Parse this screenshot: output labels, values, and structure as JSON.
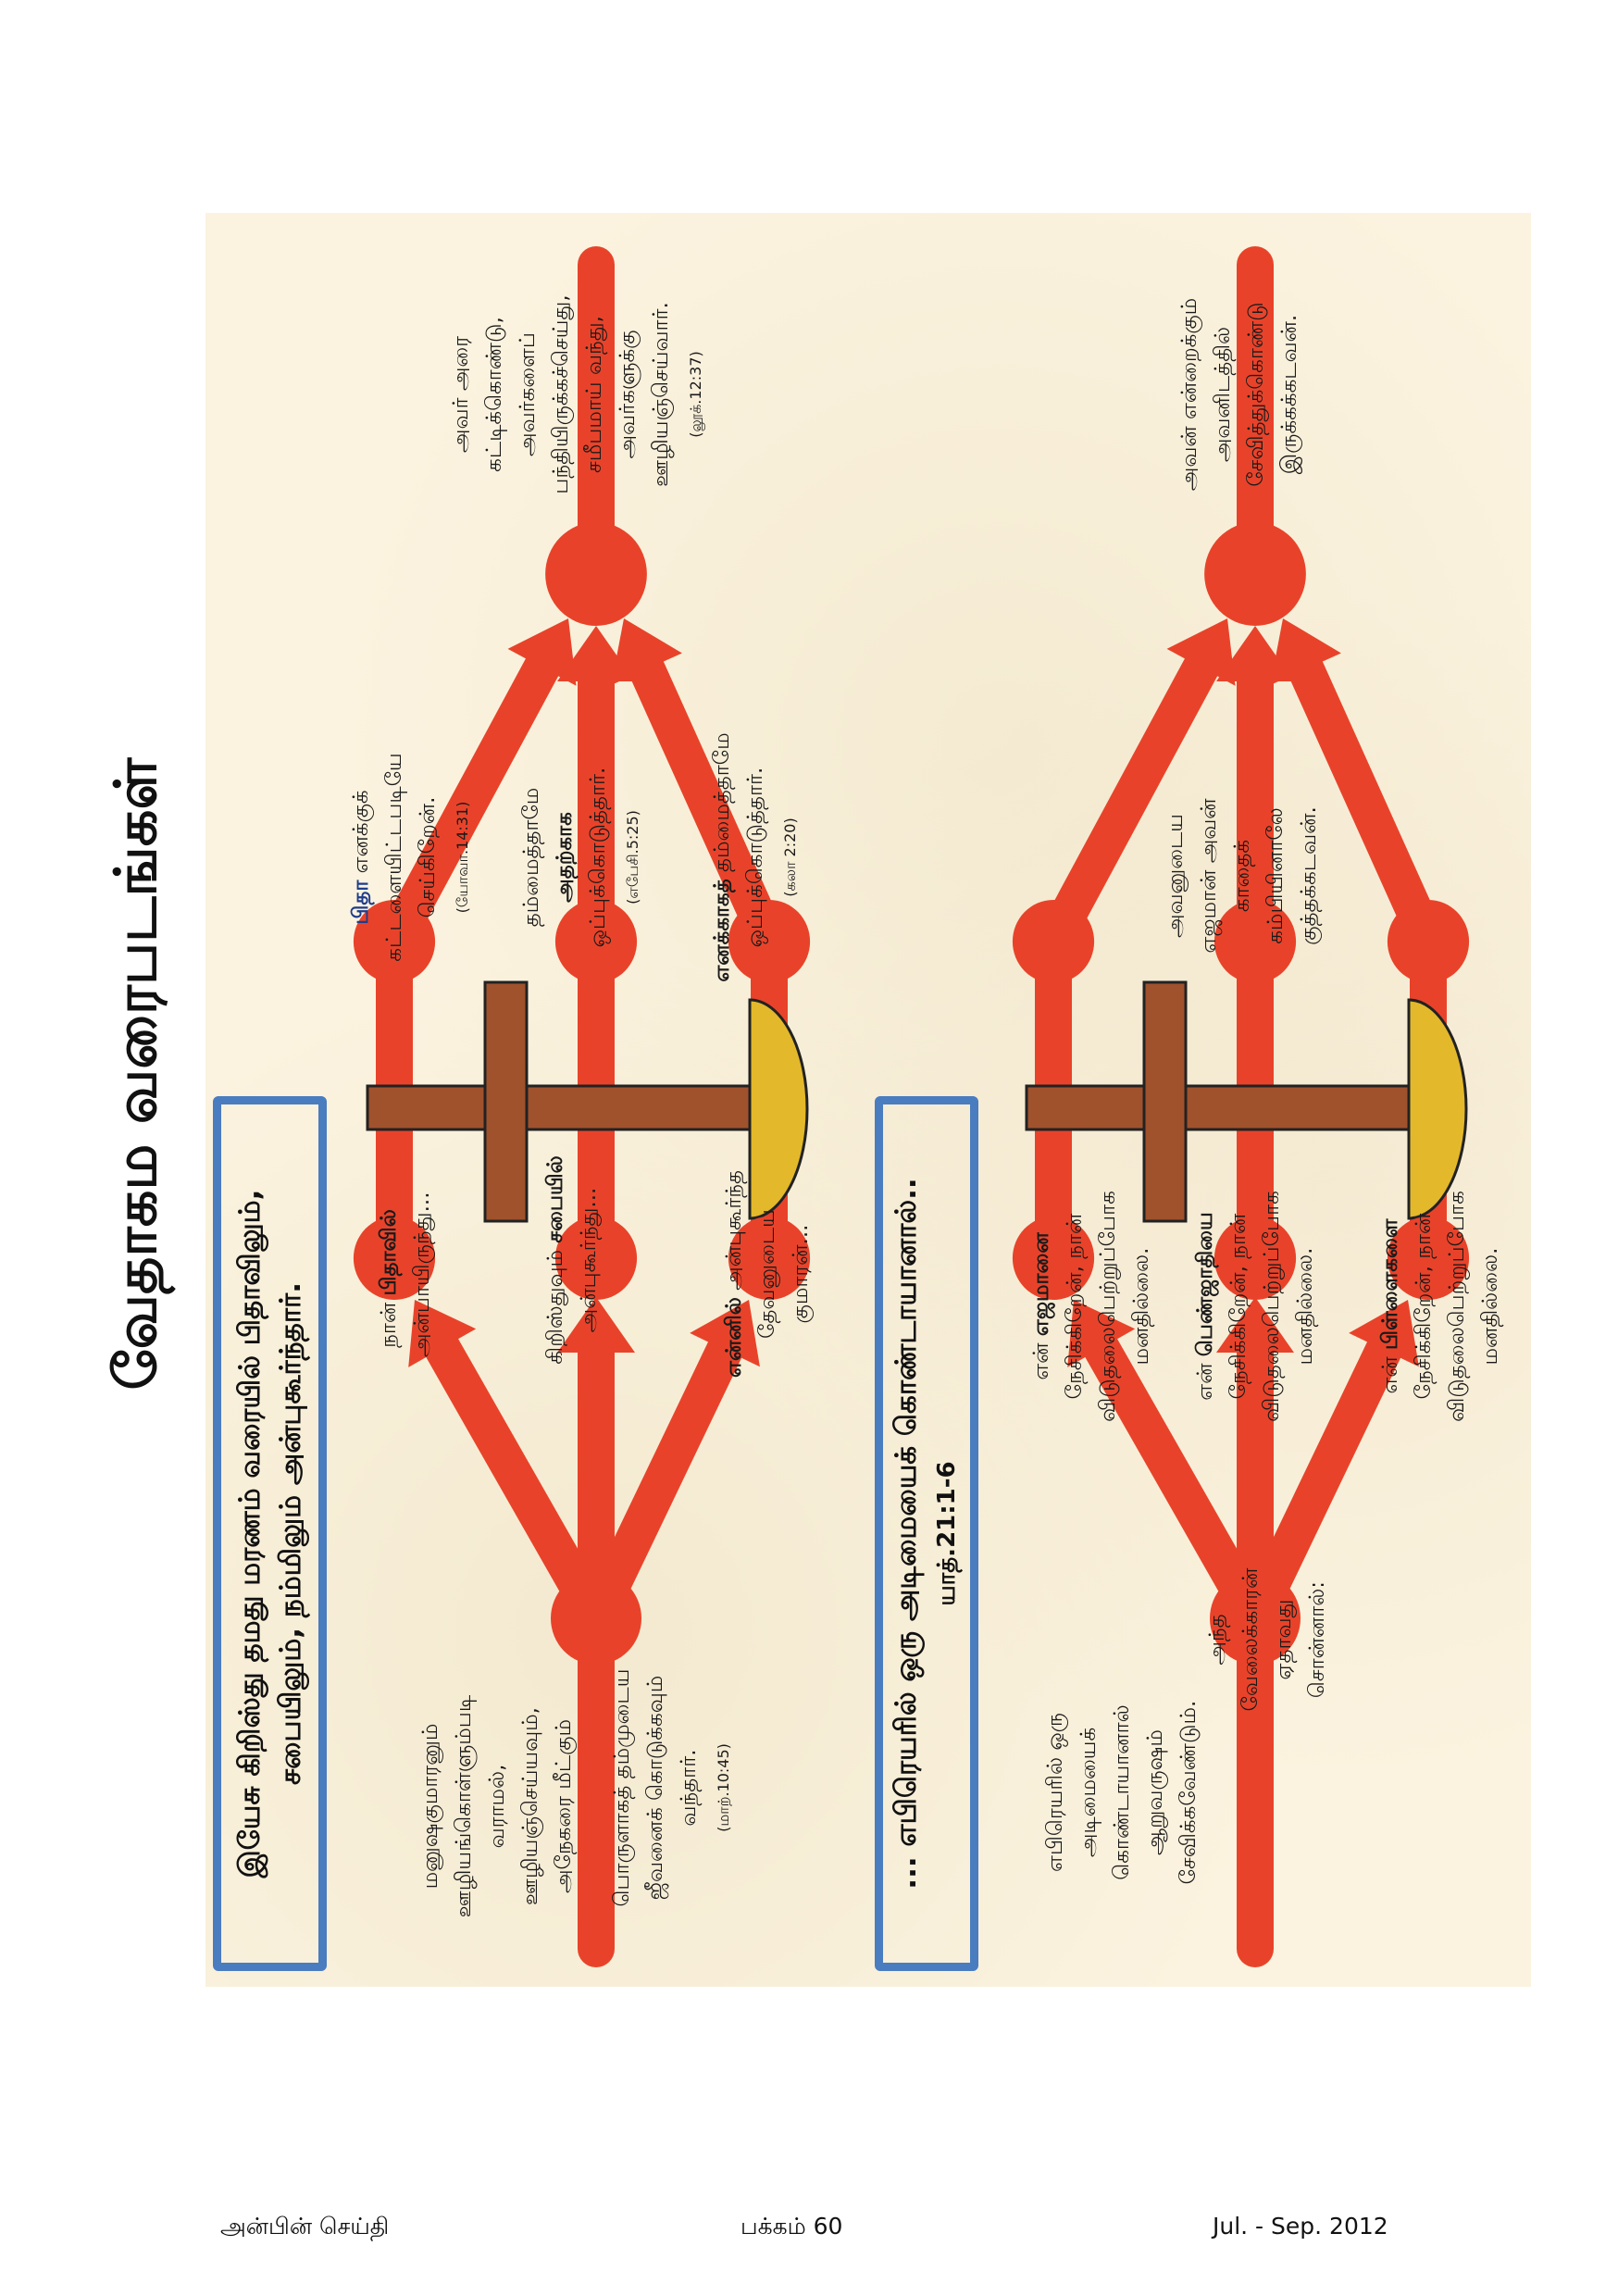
{
  "page_title": "வேதாகம வரைபடங்கள்",
  "colors": {
    "path": "#e8432a",
    "cross": "#a0522d",
    "bowl": "#e3b82a",
    "box_border": "#4a7cc0",
    "background": "#fbf3df"
  },
  "upper": {
    "box": [
      "இயேசு கிறிஸ்து தமது மரணம் வரையில் பிதாவிலும்,",
      "சபையிலும், நம்மிலும் அன்புகூர்ந்தார்."
    ],
    "blocks": {
      "u1": [
        [
          {
            "t": "மனுஷகுமாரனும்"
          }
        ],
        [
          {
            "t": "ஊழியங்கொள்ளும்படி"
          }
        ],
        [
          {
            "t": "வராமல்,"
          }
        ],
        [
          {
            "t": "ஊழியஞ்செய்யவும்,"
          }
        ],
        [
          {
            "t": "அநேகரை மீட்கும்"
          }
        ]
      ],
      "u2": [
        [
          {
            "t": "பொருளாகத் தம்முடைய"
          }
        ],
        [
          {
            "t": "ஜீவனைக் கொடுக்கவும்"
          }
        ],
        [
          {
            "t": "வந்தார்."
          }
        ],
        [
          {
            "t": "(மாற்.10:45)",
            "s": "ref"
          }
        ]
      ],
      "u3": [
        [
          {
            "t": "நான் "
          },
          {
            "t": "பிதாவில்",
            "s": "b"
          }
        ],
        [
          {
            "t": "அன்பாயிருந்து..."
          }
        ]
      ],
      "u4": [
        [
          {
            "t": "கிறிஸ்துவும் "
          },
          {
            "t": "சபையில்",
            "s": "b"
          }
        ],
        [
          {
            "t": "அன்புகூர்ந்து..."
          }
        ]
      ],
      "u5": [
        [
          {
            "t": "என்னில்",
            "s": "b"
          },
          {
            "t": " அன்புகூர்ந்த"
          }
        ],
        [
          {
            "t": "தேவனுடைய"
          }
        ],
        [
          {
            "t": "குமாரன்..."
          }
        ]
      ],
      "u6": [
        [
          {
            "t": "பிதா",
            "s": "blue"
          },
          {
            "t": " எனக்குக்"
          }
        ],
        [
          {
            "t": "கட்டளையிட்டபடியே"
          }
        ],
        [
          {
            "t": "செய்கிறேன்."
          }
        ],
        [
          {
            "t": "(யோவா.14:31)",
            "s": "ref"
          }
        ]
      ],
      "u7": [
        [
          {
            "t": "தம்மைத்தாமே"
          }
        ],
        [
          {
            "t": "அதற்காக",
            "s": "b"
          }
        ],
        [
          {
            "t": "ஒப்புக்கொடுத்தார்."
          }
        ],
        [
          {
            "t": "(எபேசி.5:25)",
            "s": "ref"
          }
        ]
      ],
      "u8": [
        [
          {
            "t": "எனக்காகத்",
            "s": "b"
          },
          {
            "t": " தம்மைத்தாமே"
          }
        ],
        [
          {
            "t": "ஒப்புக்கொடுத்தார்."
          }
        ],
        [
          {
            "t": "(கலா 2:20)",
            "s": "ref"
          }
        ]
      ],
      "u9": [
        [
          {
            "t": "அவர் அரை"
          }
        ],
        [
          {
            "t": "கட்டிக்கொண்டு,"
          }
        ],
        [
          {
            "t": "அவர்களைப்"
          }
        ],
        [
          {
            "t": "பந்தியிருக்கச்செய்து,"
          }
        ],
        [
          {
            "t": "சமீபமாய் வந்து,"
          }
        ],
        [
          {
            "t": "அவர்களுக்கு"
          }
        ],
        [
          {
            "t": "ஊழியஞ்செய்வார்."
          }
        ],
        [
          {
            "t": "(லூக்.12:37)",
            "s": "ref"
          }
        ]
      ]
    }
  },
  "lower": {
    "box": [
      "... எபிரெயரில் ஒரு அடிமையைக் கொண்டாயானால்..",
      "யாத்.21:1-6"
    ],
    "blocks": {
      "l1": [
        [
          {
            "t": "எபிரெயரில் ஒரு"
          }
        ],
        [
          {
            "t": "அடிமையைக்"
          }
        ],
        [
          {
            "t": "கொண்டாயானால்"
          }
        ],
        [
          {
            "t": "ஆறுவருஷம்"
          }
        ],
        [
          {
            "t": "சேவிக்கவேண்டும்."
          }
        ]
      ],
      "l2": [
        [
          {
            "t": "அந்த"
          }
        ],
        [
          {
            "t": "வேலைக்காரன்"
          }
        ],
        [
          {
            "t": "ஏதாவது"
          }
        ],
        [
          {
            "t": "சொன்னால்:"
          }
        ]
      ],
      "l3": [
        [
          {
            "t": "என் "
          },
          {
            "t": "எஜமானை",
            "s": "b"
          }
        ],
        [
          {
            "t": "நேசிக்கிறேன், நான்"
          }
        ],
        [
          {
            "t": "விடுதலைபெற்றுப்போக"
          }
        ],
        [
          {
            "t": "மனதில்லை."
          }
        ]
      ],
      "l4": [
        [
          {
            "t": "என் "
          },
          {
            "t": "பெண்ஜாதியை",
            "s": "b"
          }
        ],
        [
          {
            "t": "நேசிக்கிறேன், நான்"
          }
        ],
        [
          {
            "t": "விடுதலைபெற்றுப்போக"
          }
        ],
        [
          {
            "t": "மனதில்லை."
          }
        ]
      ],
      "l5": [
        [
          {
            "t": "என் "
          },
          {
            "t": "பிள்ளைகளை",
            "s": "b"
          }
        ],
        [
          {
            "t": "நேசிக்கிறேன், நான்"
          }
        ],
        [
          {
            "t": "விடுதலைபெற்றுப்போக"
          }
        ],
        [
          {
            "t": "மனதில்லை."
          }
        ]
      ],
      "l6": [
        [
          {
            "t": "அவனுடைய"
          }
        ],
        [
          {
            "t": "எஜமான் அவன்"
          }
        ],
        [
          {
            "t": "காதைக்"
          }
        ],
        [
          {
            "t": "கம்பியினாலே"
          }
        ],
        [
          {
            "t": "குத்தக்கடவன்."
          }
        ]
      ],
      "l7": [
        [
          {
            "t": "அவன் என்றைக்கும்"
          }
        ],
        [
          {
            "t": "அவனிடத்தில்"
          }
        ],
        [
          {
            "t": "சேவித்துக்கொண்டு"
          }
        ],
        [
          {
            "t": "இருக்கக்கடவன்."
          }
        ]
      ]
    }
  },
  "footer": {
    "left": "அன்பின் செய்தி",
    "center": "பக்கம் 60",
    "right": "Jul. - Sep. 2012"
  }
}
